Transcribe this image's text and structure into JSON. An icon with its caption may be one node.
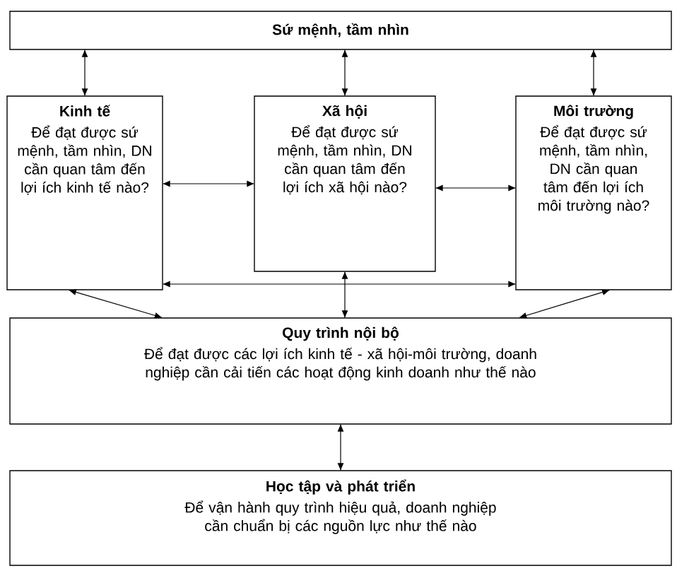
{
  "diagram": {
    "nodes": [
      {
        "text": [
          "Sứ mệnh, tầm nhìn"
        ]
      },
      {
        "text": [
          "Kinh tế",
          "Để đạt được sứ mệnh, tầm nhìn, DN cần quan tâm đến lợi ích kinh tế nào?"
        ]
      },
      {
        "text": [
          "Xã hội",
          "Để đạt được sứ mệnh, tầm nhìn, DN cần quan tâm đến lợi ích xã hội nào?"
        ]
      },
      {
        "text": [
          "Môi trường",
          "Để đạt được sứ mệnh, tầm nhìn, DN cần quan tâm đến lợi ích môi trường nào?"
        ]
      },
      {
        "text": [
          "Quy trình nội bộ",
          "Để đạt được các lợi ích kinh tế - xã hội-môi trường, doanh nghiệp cần cải tiến các hoạt động kinh doanh như thế nào"
        ]
      },
      {
        "text": [
          "Học tập và phát triển",
          "Để vận hành quy trình hiệu quả, doanh nghiệp cần chuẩn bị các nguồn lực như thế nào"
        ]
      }
    ],
    "edges": [
      {
        "from": 0,
        "to": 1,
        "arrow": "both"
      },
      {
        "from": 0,
        "to": 2,
        "arrow": "both"
      },
      {
        "from": 0,
        "to": 3,
        "arrow": "both"
      },
      {
        "from": 1,
        "to": 2,
        "arrow": "both"
      },
      {
        "from": 2,
        "to": 3,
        "arrow": "both"
      },
      {
        "from": 1,
        "to": 3,
        "arrow": "both"
      },
      {
        "from": 1,
        "to": 4,
        "arrow": "both"
      },
      {
        "from": 2,
        "to": 4,
        "arrow": "both"
      },
      {
        "from": 3,
        "to": 4,
        "arrow": "both"
      },
      {
        "from": 4,
        "to": 5,
        "arrow": "both"
      }
    ]
  }
}
